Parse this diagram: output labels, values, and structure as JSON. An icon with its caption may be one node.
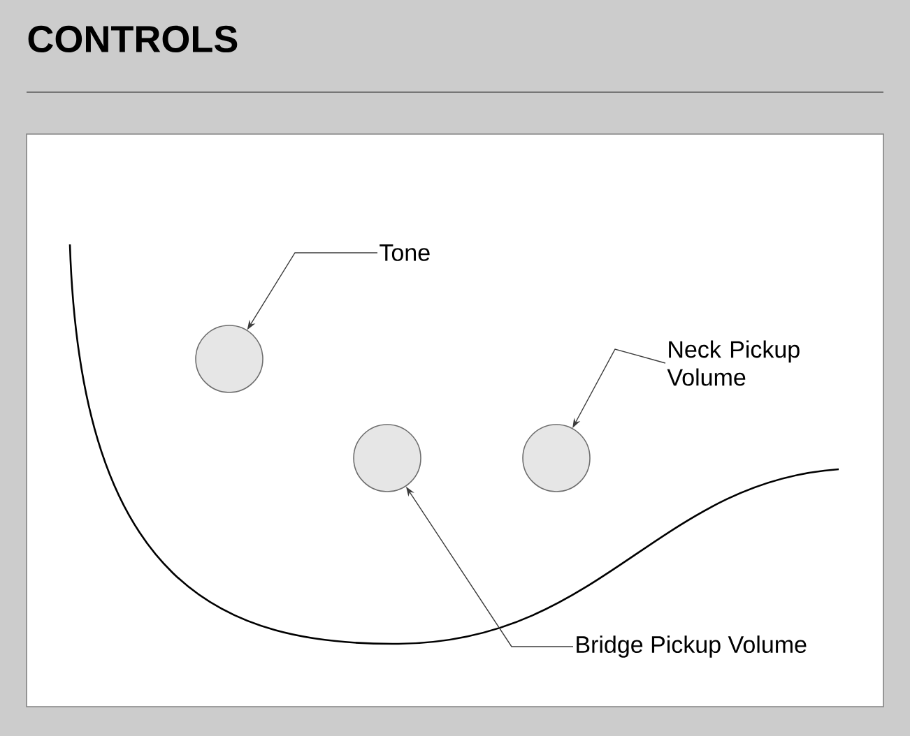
{
  "diagram": {
    "title": "CONTROLS",
    "nodes": [
      {
        "text": [
          "Tone"
        ]
      },
      {
        "text": [],
        "shape": "circle"
      },
      {
        "text": [
          "Neck Pickup Volume"
        ]
      },
      {
        "text": [],
        "shape": "circle"
      },
      {
        "text": [],
        "shape": "circle"
      },
      {
        "text": [
          "Bridge Pickup Volume"
        ]
      }
    ],
    "edges": [
      {
        "from": 0,
        "to": 1,
        "arrow": "to"
      },
      {
        "from": 2,
        "to": 4,
        "arrow": "to"
      },
      {
        "from": 5,
        "to": 3,
        "arrow": "to"
      }
    ]
  }
}
